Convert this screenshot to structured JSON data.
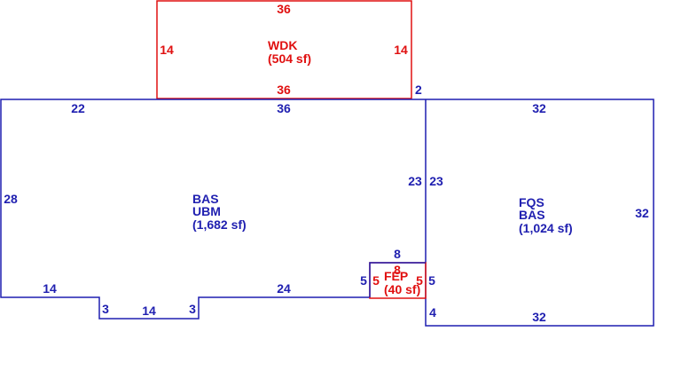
{
  "colors": {
    "main_structure": "#1f1fb0",
    "deck_and_porch": "#e01010",
    "background": "#ffffff"
  },
  "areas": {
    "wdk": {
      "name": "WDK",
      "area": "(504 sf)"
    },
    "bas_ubm": {
      "name1": "BAS",
      "name2": "UBM",
      "area": "(1,682 sf)"
    },
    "fqs_bas": {
      "name1": "FQS",
      "name2": "BAS",
      "area": "(1,024 sf)"
    },
    "fep": {
      "name": "FEP",
      "area": "(40 sf)",
      "overlap_name": "8"
    }
  },
  "dimensions": {
    "wdk_top": "36",
    "wdk_left": "14",
    "wdk_right": "14",
    "wdk_bottom": "36",
    "offset_2": "2",
    "main_top_left": "22",
    "main_top_mid": "36",
    "main_left": "28",
    "main_inner_right_a": "23",
    "main_inner_right_b": "23",
    "main_bottom_left": "14",
    "notch_left": "3",
    "notch_bottom": "14",
    "notch_right": "3",
    "main_bottom_mid": "24",
    "fep_top": "8",
    "fep_left_blue": "5",
    "fep_left_red": "5",
    "fep_right_red": "5",
    "fep_right_blue": "5",
    "step_4": "4",
    "fqs_top": "32",
    "fqs_right": "32",
    "fqs_bottom": "32"
  }
}
